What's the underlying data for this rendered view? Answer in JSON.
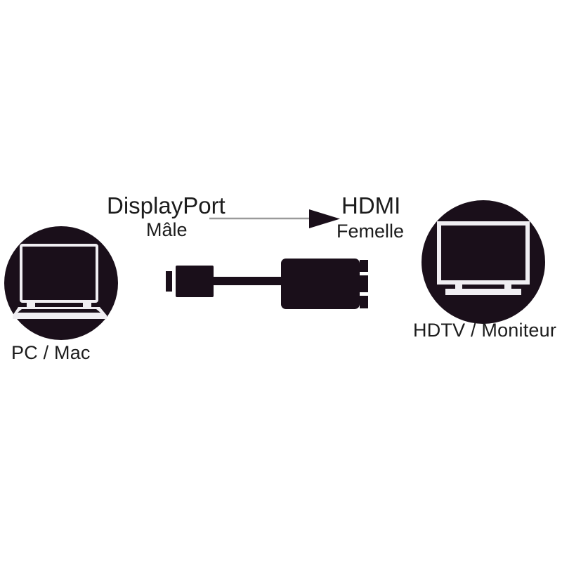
{
  "diagram": {
    "title": "DisplayPort to HDMI adapter connection diagram",
    "background_color": "#ffffff",
    "ink_color": "#1a0f1a",
    "text_color": "#1c1c1c",
    "arrow_line_color": "#999999"
  },
  "source_device": {
    "icon": "laptop-icon",
    "caption": "PC / Mac"
  },
  "target_device": {
    "icon": "tv-monitor-icon",
    "caption": "HDTV / Moniteur"
  },
  "connectors": {
    "input": {
      "name": "DisplayPort",
      "gender": "Mâle",
      "icon": "displayport-male-plug-icon"
    },
    "output": {
      "name": "HDMI",
      "gender": "Femelle",
      "icon": "hdmi-female-port-icon"
    }
  },
  "flow": {
    "arrow": "arrow-right-icon",
    "direction": "left-to-right"
  }
}
